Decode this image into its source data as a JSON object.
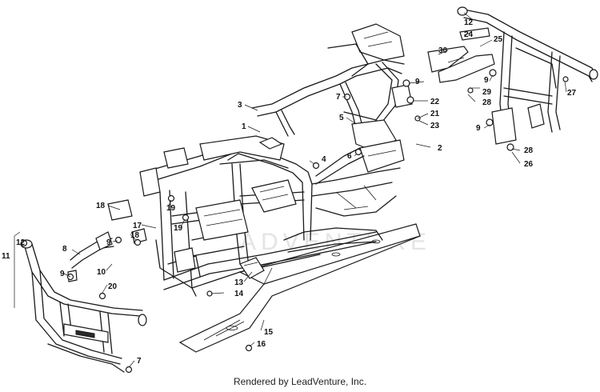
{
  "watermark": "ADVENTURE",
  "footer": "Rendered by LeadVenture, Inc.",
  "callouts": [
    "12",
    "24",
    "25",
    "30",
    "27",
    "9",
    "29",
    "28",
    "9",
    "28",
    "26",
    "2",
    "22",
    "21",
    "23",
    "9",
    "7",
    "3",
    "1",
    "5",
    "6",
    "4",
    "18",
    "19",
    "17",
    "19",
    "18",
    "9",
    "8",
    "12",
    "11",
    "10",
    "9",
    "20",
    "13",
    "14",
    "15",
    "16",
    "7"
  ]
}
